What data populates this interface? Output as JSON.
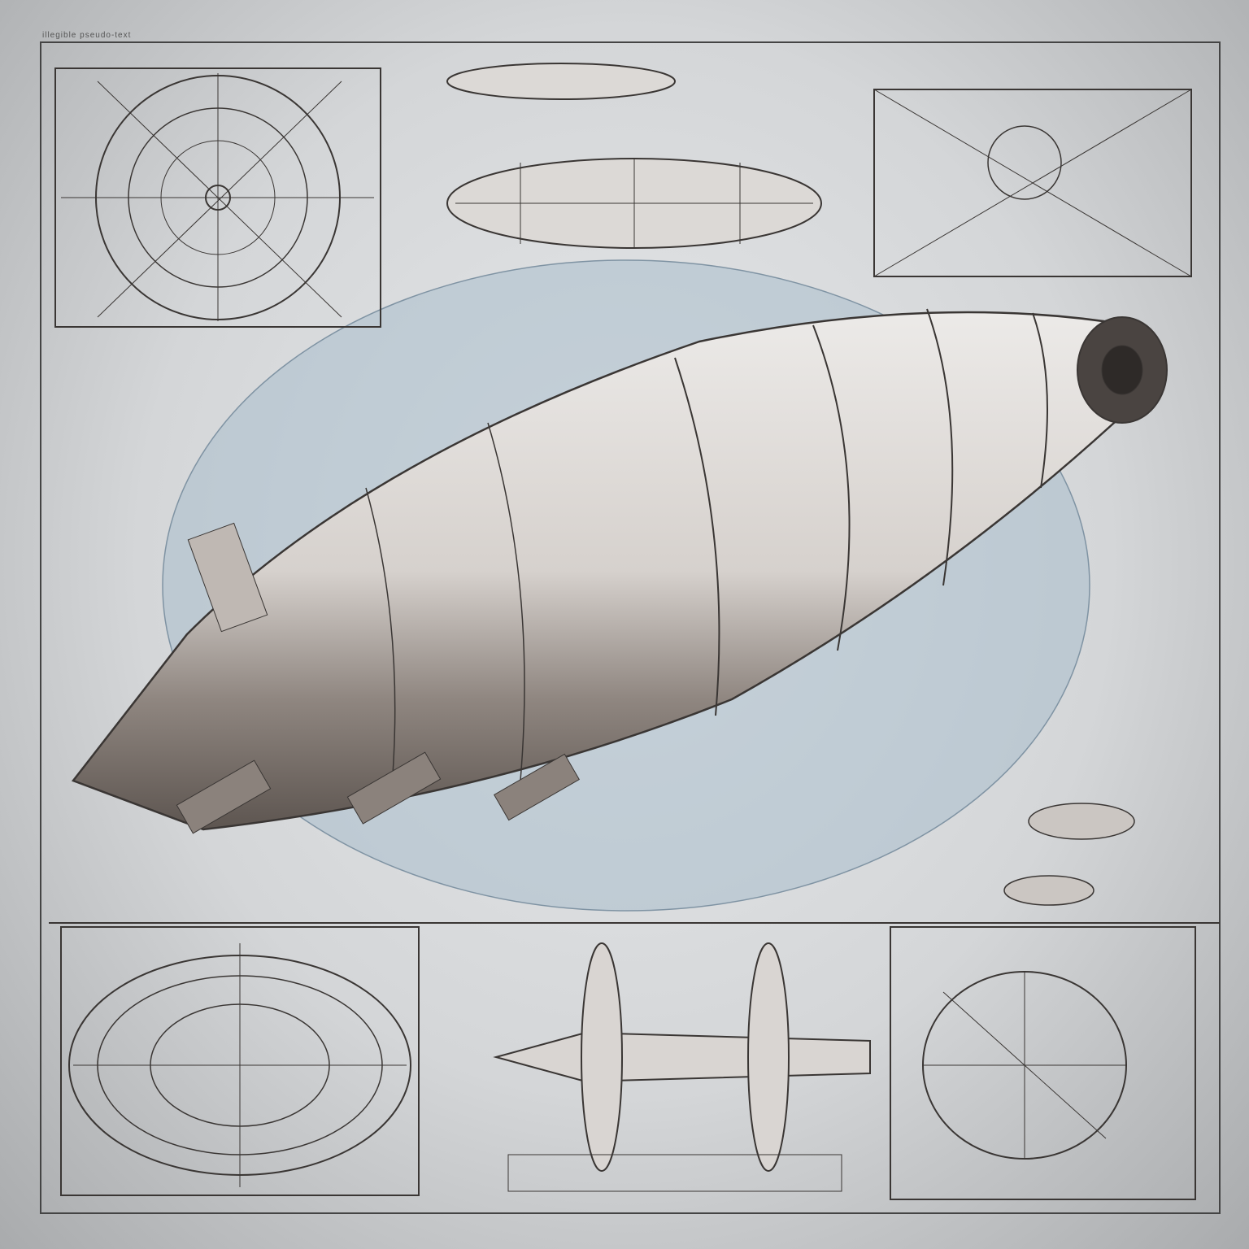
{
  "image": {
    "title": "Blueprint sketch of a large cylindrical airship/spaceship",
    "description": "Pencil technical drawing on grey paper with a pale blue circle behind the main vessel, surrounded by orthographic detail panels",
    "colors": {
      "paper": "#dcdee0",
      "ink": "#3a3634",
      "blue_circle": "#a8bccb",
      "hull_shadow": "#7d746e"
    },
    "corner_label": "illegible pseudo-text",
    "panels": [
      {
        "name": "top-left radial plan view"
      },
      {
        "name": "top center side elevations"
      },
      {
        "name": "top right square section"
      },
      {
        "name": "bottom left oval ring plan"
      },
      {
        "name": "bottom center winged top view"
      },
      {
        "name": "bottom right circular section"
      },
      {
        "name": "right side small vessel sketches"
      }
    ],
    "annotations_text": "illegible"
  }
}
